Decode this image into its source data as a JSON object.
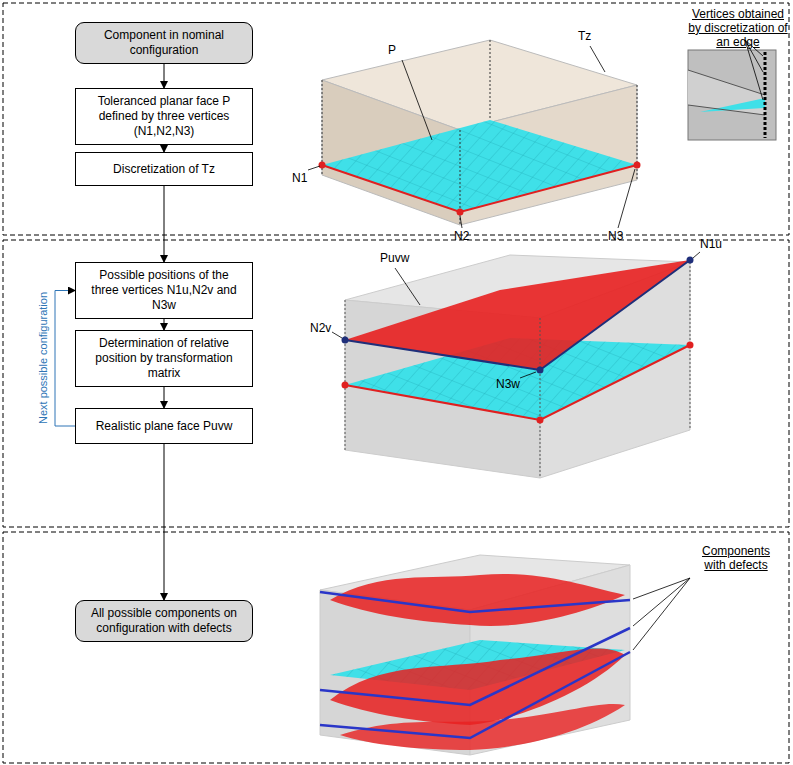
{
  "diagram": {
    "nodes": [
      {
        "text": [
          "Component in nominal configuration"
        ]
      },
      {
        "text": [
          "Toleranced planar face P defined by three vertices (N1,N2,N3)"
        ]
      },
      {
        "text": [
          "Discretization of Tz"
        ]
      },
      {
        "text": [
          "Possible positions of the three vertices N1u,N2v and N3w"
        ]
      },
      {
        "text": [
          "Determination of relative position by transformation matrix"
        ]
      },
      {
        "text": [
          "Realistic plane face Puvw"
        ]
      },
      {
        "text": [
          "All possible components on configuration with defects"
        ]
      }
    ],
    "edges": [
      {
        "from": 0,
        "to": 1,
        "arrow": "to"
      },
      {
        "from": 1,
        "to": 2,
        "arrow": "to"
      },
      {
        "from": 2,
        "to": 3,
        "arrow": "to"
      },
      {
        "from": 3,
        "to": 4,
        "arrow": "to"
      },
      {
        "from": 4,
        "to": 5,
        "arrow": "to"
      },
      {
        "from": 5,
        "to": 3,
        "label": "Next possible configuration",
        "arrow": "to"
      },
      {
        "from": 5,
        "to": 6,
        "arrow": "to"
      }
    ],
    "labels": [
      "P",
      "Tz",
      "N1",
      "N2",
      "N3",
      "Vertices obtained by discretization of an edge",
      "Puvw",
      "N1u",
      "N2v",
      "N3w",
      "Components with defects"
    ]
  }
}
